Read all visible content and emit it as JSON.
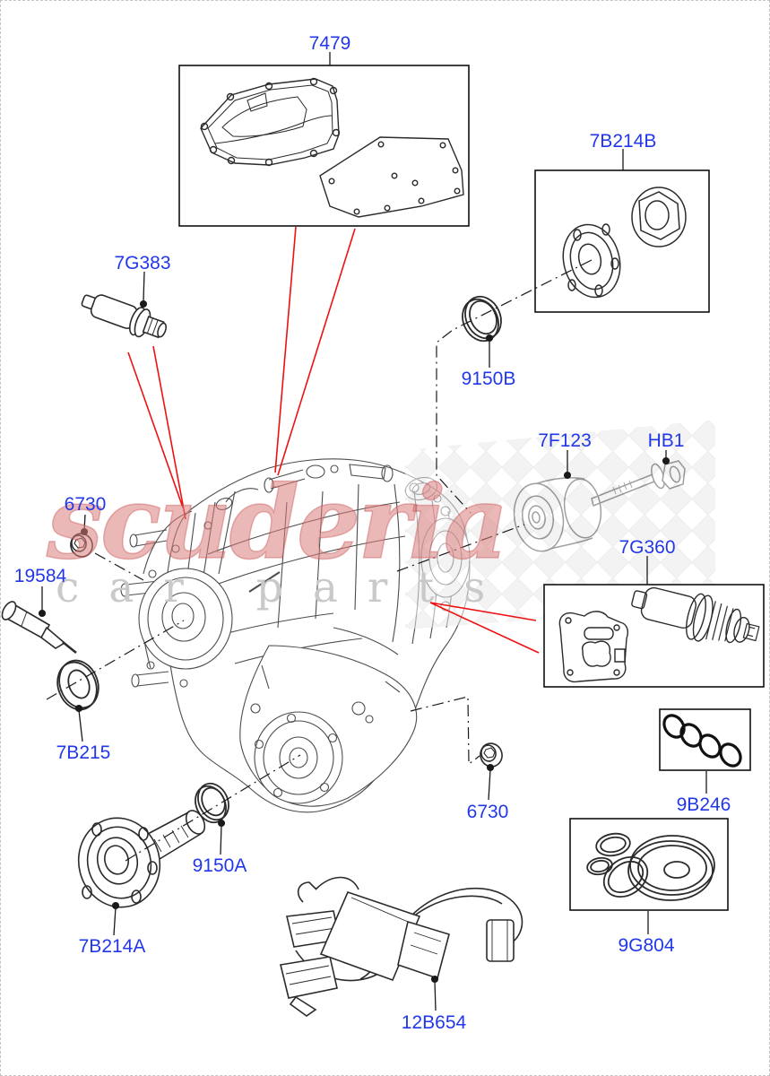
{
  "diagram_title": "Transfer case parts diagram",
  "colors": {
    "label": "#2238e8",
    "line": "#4d4d4d",
    "red": "#ee1111",
    "wm-gray": "#c9c9c9"
  },
  "watermark": {
    "brand": "scuderia",
    "subtext": "car parts"
  },
  "labels": {
    "p7479": "7479",
    "p7B214B": "7B214B",
    "p7G383": "7G383",
    "p9150B": "9150B",
    "p7F123": "7F123",
    "pHB1": "HB1",
    "p7G360": "7G360",
    "p6730a": "6730",
    "p19584": "19584",
    "p7B215": "7B215",
    "p9150A": "9150A",
    "p7B214A": "7B214A",
    "p6730b": "6730",
    "p9B246": "9B246",
    "p9G804": "9G804",
    "p12B654": "12B654"
  }
}
